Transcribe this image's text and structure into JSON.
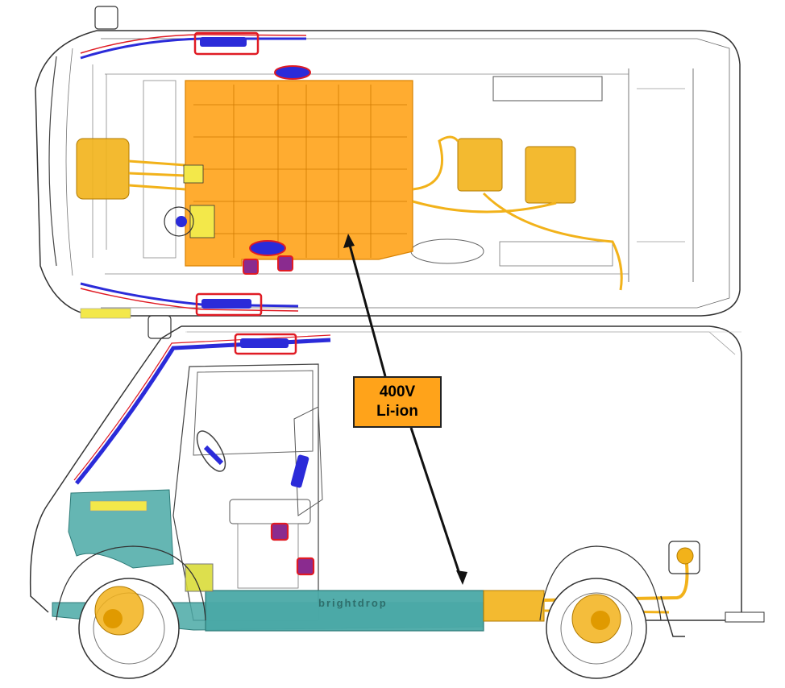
{
  "callout": {
    "line1": "400V",
    "line2": "Li-ion"
  },
  "side_view": {
    "brand_text": "brightdrop"
  },
  "colors": {
    "battery": "#ffa31a",
    "hv_component": "#f2b21a",
    "chassis_teal": "#4aa9a6",
    "airbag_blue": "#2b2bd9",
    "highlight_red": "#e01b24",
    "purple_box": "#8a2b8f",
    "warning_yellow": "#f3e84a",
    "outline": "#333333"
  }
}
